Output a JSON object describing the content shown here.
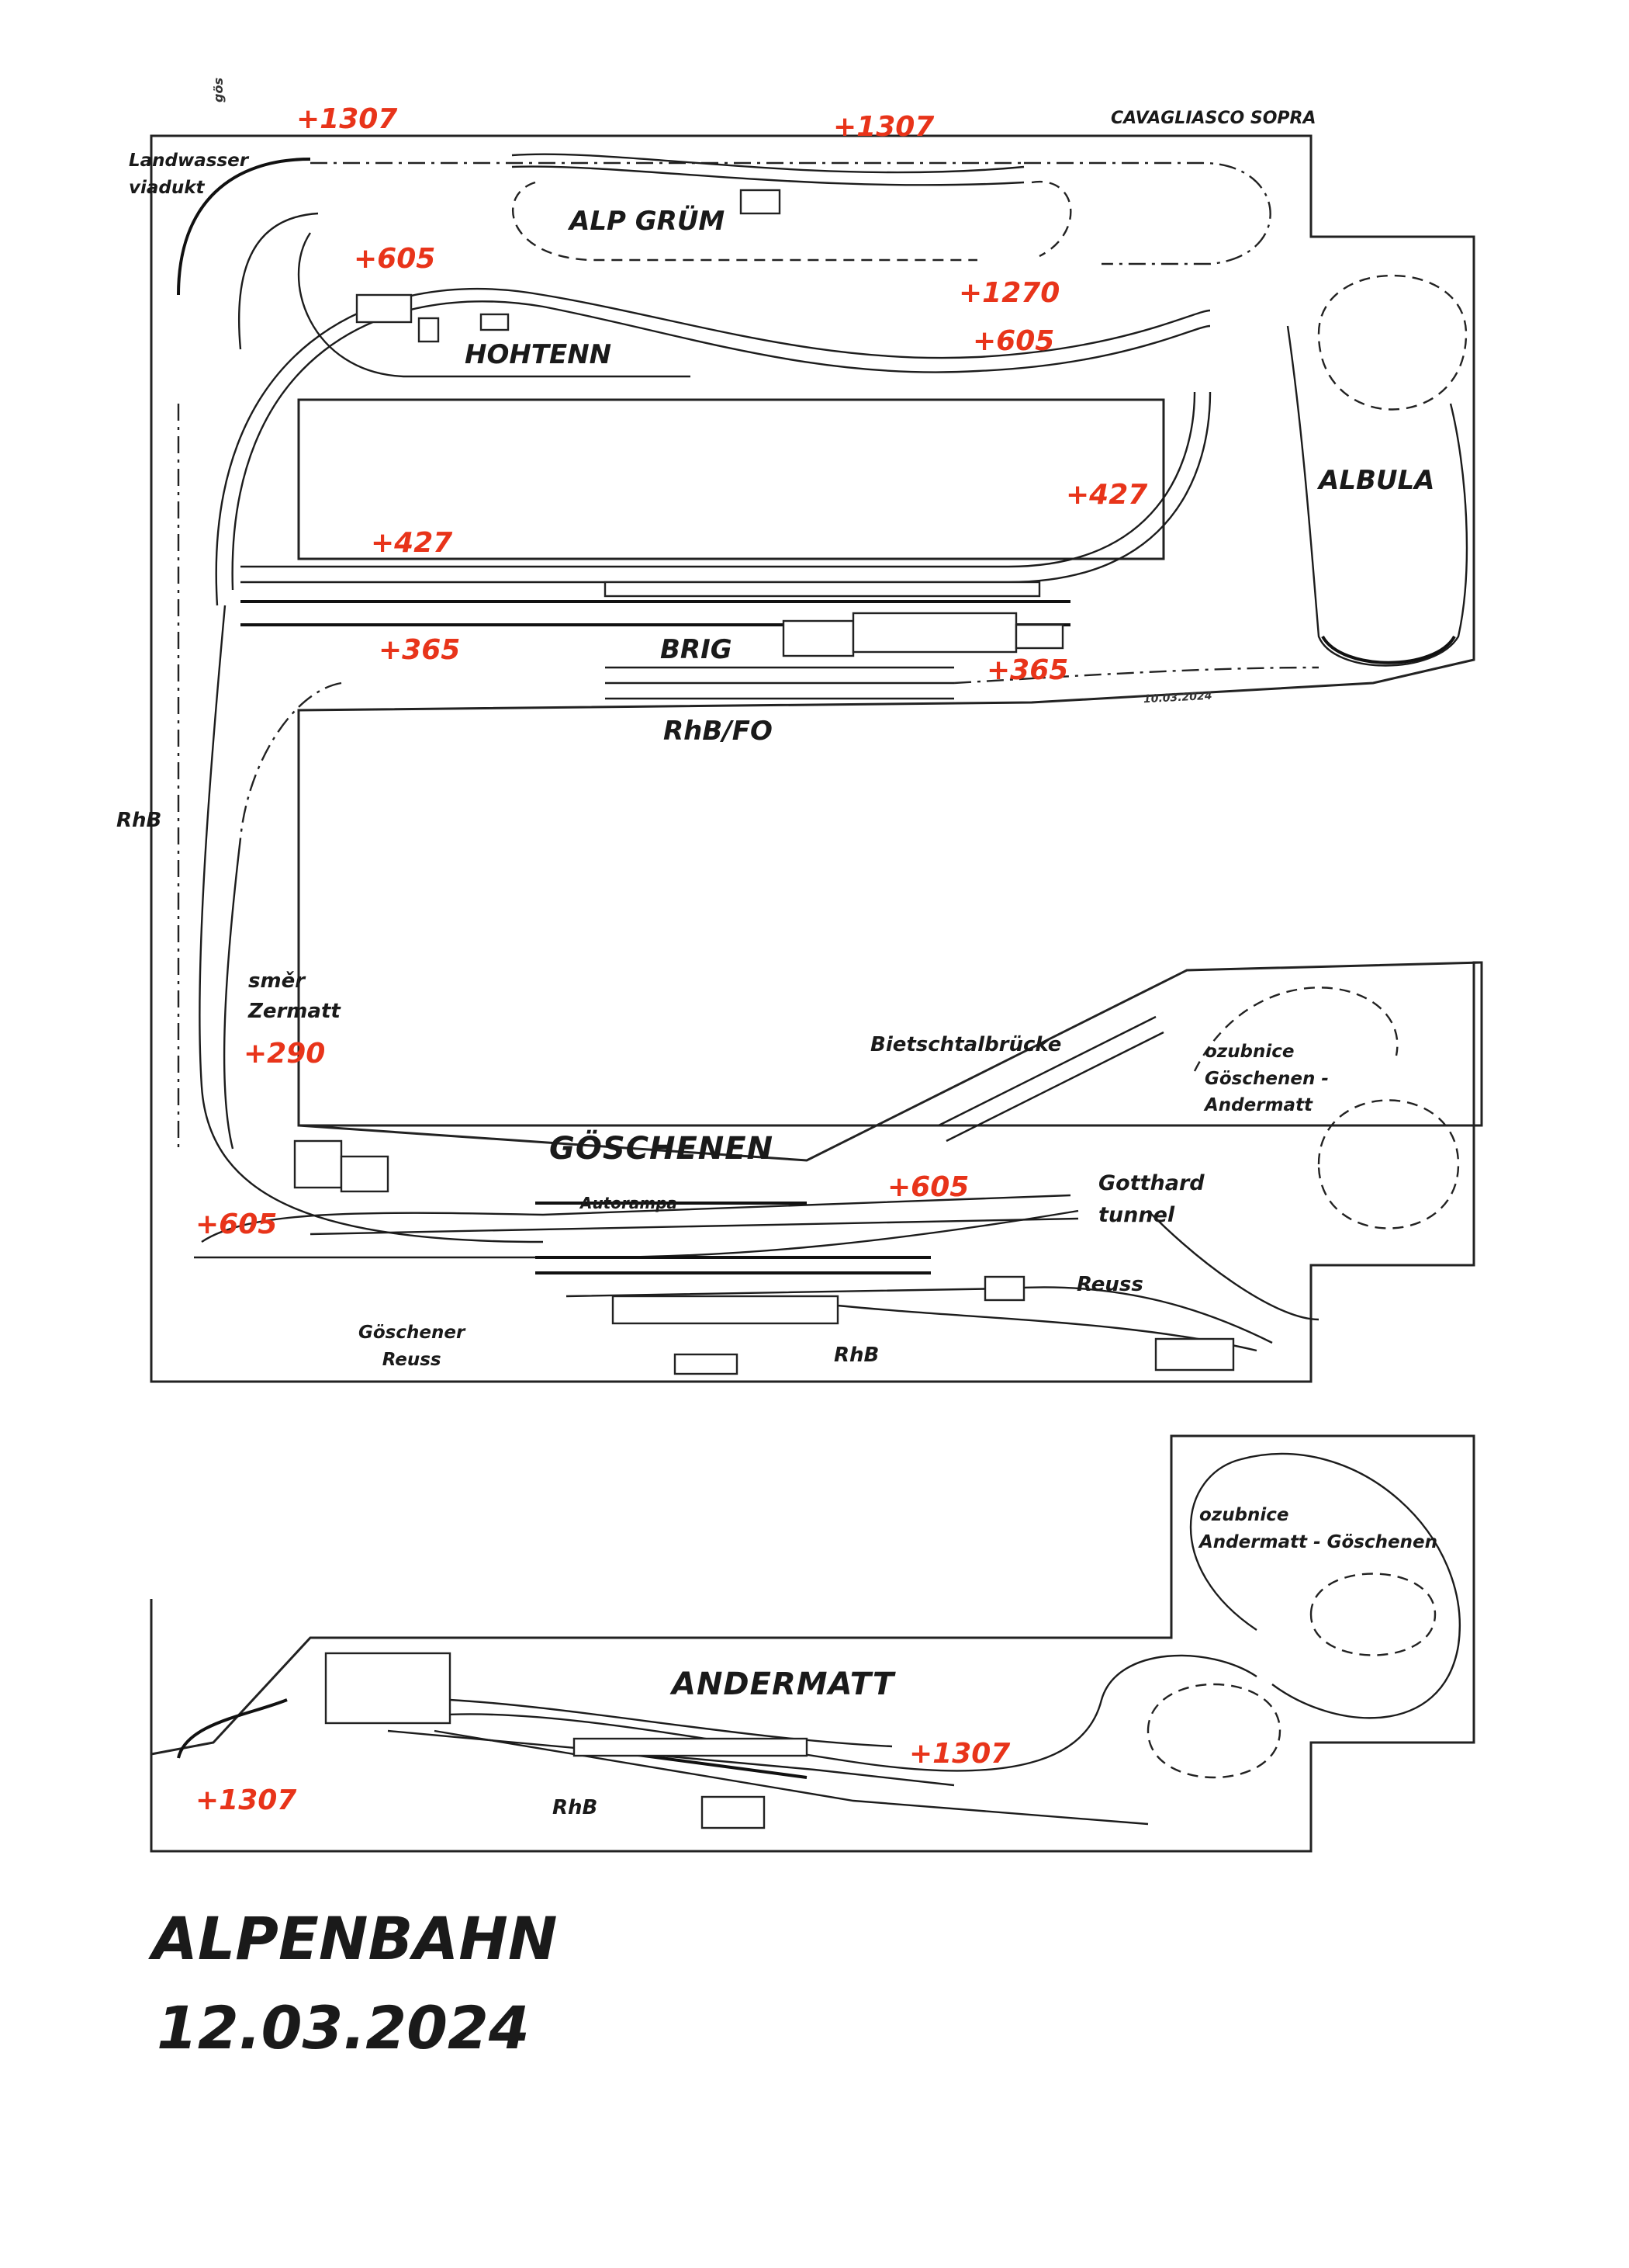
{
  "title": {
    "name": "ALPENBAHN",
    "date": "12.03.2024"
  },
  "stations": {
    "alp_grum": "ALP GRÜM",
    "hohtenn": "HOHTENN",
    "albula": "ALBULA",
    "brig": "BRIG",
    "rhb_fo": "RhB/FO",
    "goschenen": "GÖSCHENEN",
    "andermatt": "ANDERMATT"
  },
  "labels": {
    "landwasser": "Landwasser\nviadukt",
    "cavagliasco": "CAVAGLIASCO SOPRA",
    "rhb_left": "RhB",
    "smer_zermatt": "směr\nZermatt",
    "bietschtal": "Bietschtalbrücke",
    "ozubnice_1": "ozubnice\nGöschenen -\nAndermatt",
    "autorampa": "Autorampa",
    "gotthard": "Gotthard\ntunnel",
    "reuss": "Reuss",
    "goschener_reuss": "Göschener\nReuss",
    "rhb_goschenen": "RhB",
    "ozubnice_2": "ozubnice\nAndermatt - Göschenen",
    "rhb_andermatt": "RhB"
  },
  "elevations": {
    "e1307_a": "+1307",
    "e1307_b": "+1307",
    "e605_hohtenn": "+605",
    "e1270": "+1270",
    "e605_right": "+605",
    "e427_right": "+427",
    "e427_left": "+427",
    "e365_left": "+365",
    "e365_right": "+365",
    "e290": "+290",
    "e605_goschenen": "+605",
    "e605_left": "+605",
    "e1307_andermatt": "+1307",
    "e1307_left": "+1307"
  },
  "scan_marks": {
    "top_left_stamp": "gös",
    "date_stamp": "10.03.2024"
  }
}
